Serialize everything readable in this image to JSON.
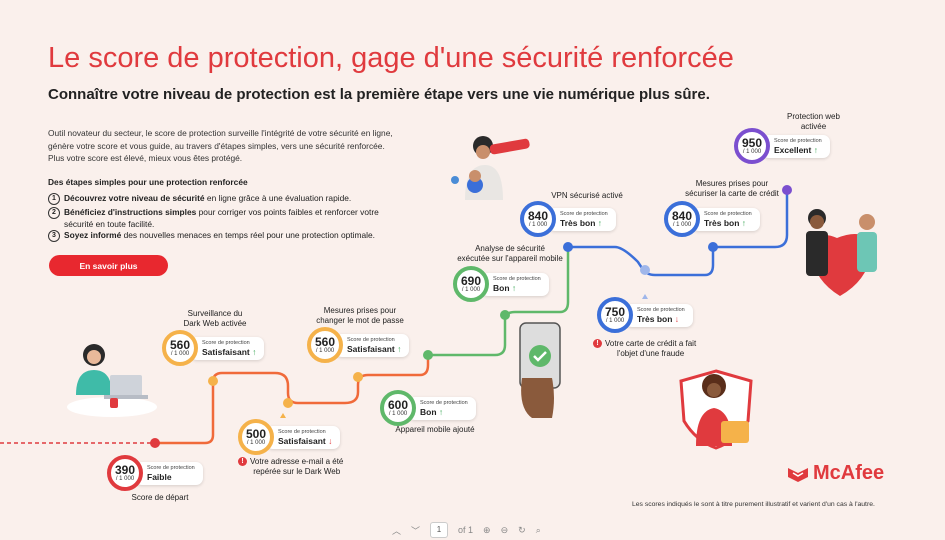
{
  "title": "Le score de protection, gage d'une sécurité renforcée",
  "subtitle": "Connaître votre niveau de protection est la première étape vers une vie numérique plus sûre.",
  "intro": "Outil novateur du secteur, le score de protection surveille l'intégrité de votre sécurité en ligne, génère votre score et vous guide, au travers d'étapes simples, vers une sécurité renforcée. Plus votre score est élevé, mieux vous êtes protégé.",
  "steps_title": "Des étapes simples pour une protection renforcée",
  "steps": [
    {
      "num": "1",
      "bold": "Découvrez votre niveau de sécurité",
      "text": " en ligne grâce à une évaluation rapide."
    },
    {
      "num": "2",
      "bold": "Bénéficiez d'instructions simples",
      "text": " pour corriger vos points faibles et renforcer votre sécurité en toute facilité."
    },
    {
      "num": "3",
      "bold": "Soyez informé",
      "text": " des nouvelles menaces en temps réel pour une protection optimale."
    }
  ],
  "cta": "En savoir plus",
  "score_key": "Score de protection",
  "denominator": "/ 1 000",
  "cards": {
    "c390": {
      "value": "390",
      "status": "Faible",
      "label": "Score de départ",
      "color": "#e03a3e"
    },
    "c560a": {
      "value": "560",
      "status": "Satisfaisant ↑",
      "label": "Surveillance du\nDark Web activée",
      "color": "#f5b24a"
    },
    "c500": {
      "value": "500",
      "status": "Satisfaisant ↓",
      "alert": "Votre adresse e-mail a été\nrepérée sur le Dark Web",
      "color": "#f5b24a"
    },
    "c560b": {
      "value": "560",
      "status": "Satisfaisant ↑",
      "label": "Mesures prises pour\nchanger le mot de passe",
      "color": "#f5b24a"
    },
    "c600": {
      "value": "600",
      "status": "Bon ↑",
      "label": "Appareil mobile ajouté",
      "color": "#5fb86a"
    },
    "c690": {
      "value": "690",
      "status": "Bon ↑",
      "label": "Analyse de sécurité\nexécutée sur l'appareil mobile",
      "color": "#5fb86a"
    },
    "c840a": {
      "value": "840",
      "status": "Très bon ↑",
      "label": "VPN sécurisé activé",
      "color": "#3b6fd9"
    },
    "c750": {
      "value": "750",
      "status": "Très bon ↓",
      "alert": "Votre carte de crédit a fait\nl'objet d'une fraude",
      "color": "#3b6fd9"
    },
    "c840b": {
      "value": "840",
      "status": "Très bon ↑",
      "label": "Mesures prises pour\nsécuriser la carte de crédit",
      "color": "#3b6fd9"
    },
    "c950": {
      "value": "950",
      "status": "Excellent ↑",
      "label": "Protection web\nactivée",
      "color": "#7b4fcf"
    }
  },
  "logo": "McAfee",
  "disclaimer": "Les scores indiqués le sont à titre purement illustratif et varient d'un cas à l'autre.",
  "toolbar": {
    "page": "1",
    "of": "of 1"
  }
}
